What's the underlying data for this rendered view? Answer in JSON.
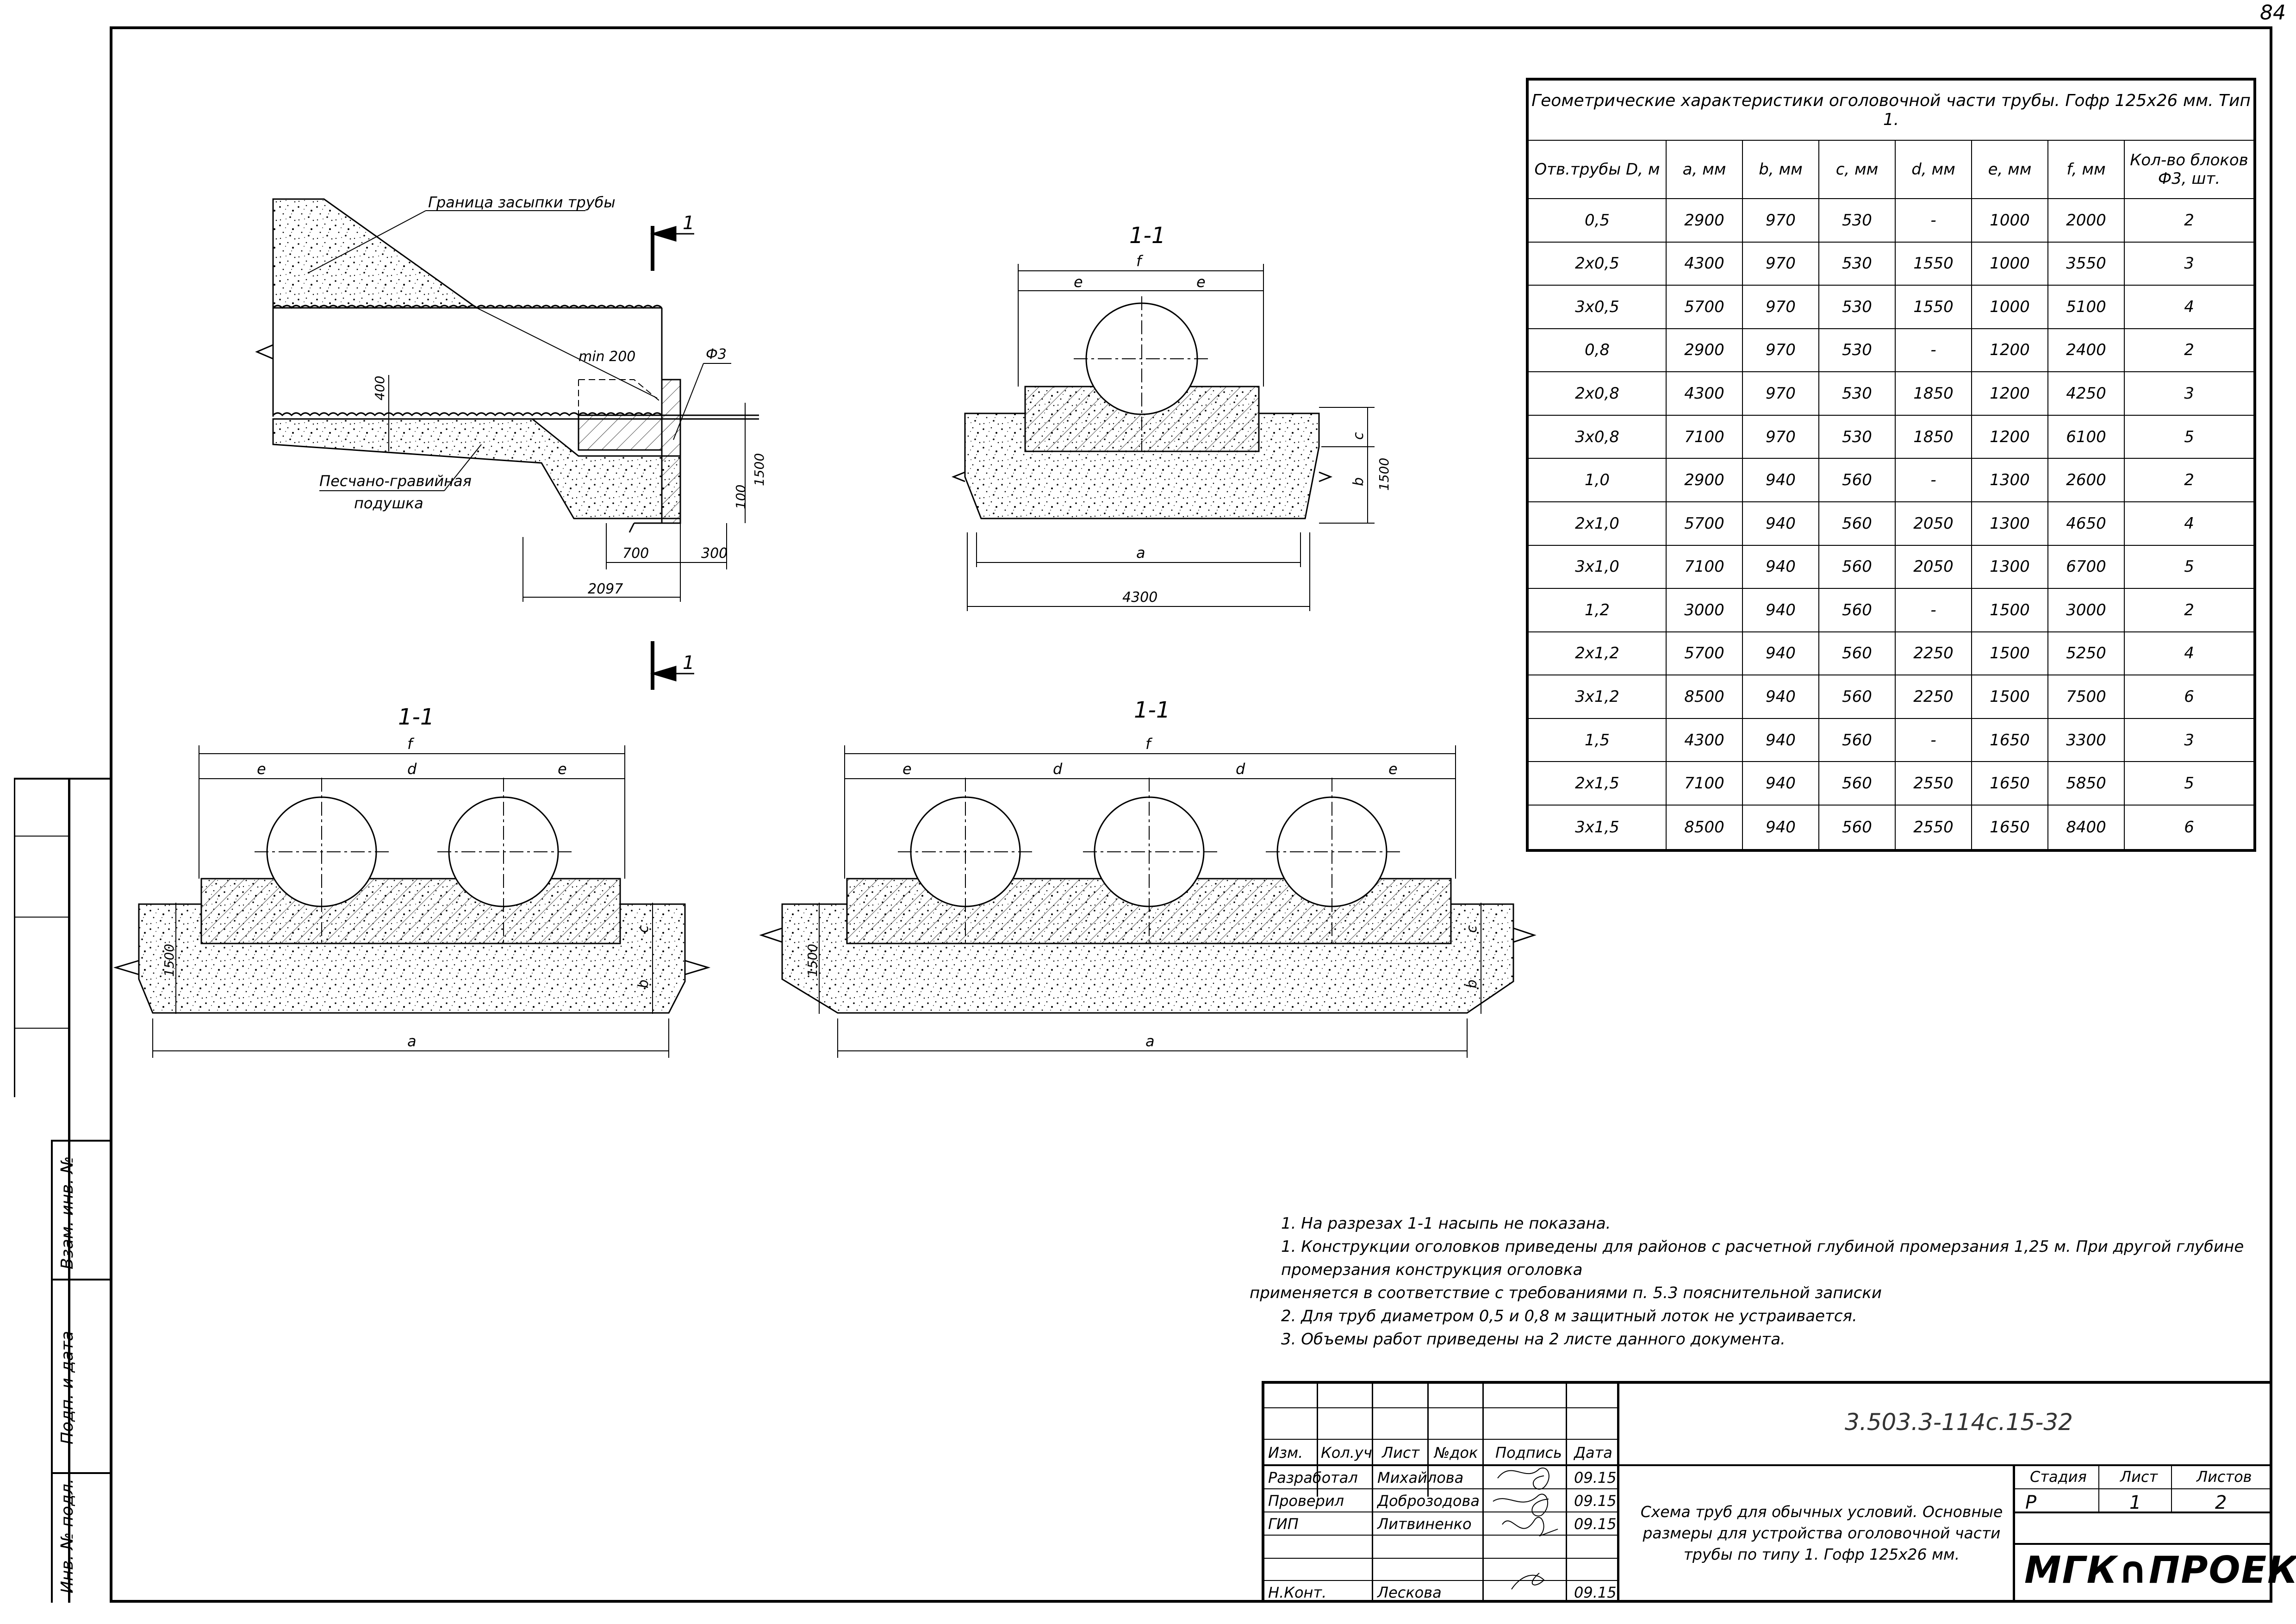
{
  "page_number": "84",
  "table": {
    "title": "Геометрические характеристики оголовочной части трубы. Гофр 125х26 мм. Тип 1.",
    "headers": [
      "Отв.трубы D, м",
      "a, мм",
      "b, мм",
      "c, мм",
      "d, мм",
      "e, мм",
      "f, мм",
      "Кол-во блоков Ф3, шт."
    ],
    "rows": [
      [
        "0,5",
        "2900",
        "970",
        "530",
        "-",
        "1000",
        "2000",
        "2"
      ],
      [
        "2х0,5",
        "4300",
        "970",
        "530",
        "1550",
        "1000",
        "3550",
        "3"
      ],
      [
        "3х0,5",
        "5700",
        "970",
        "530",
        "1550",
        "1000",
        "5100",
        "4"
      ],
      [
        "0,8",
        "2900",
        "970",
        "530",
        "-",
        "1200",
        "2400",
        "2"
      ],
      [
        "2х0,8",
        "4300",
        "970",
        "530",
        "1850",
        "1200",
        "4250",
        "3"
      ],
      [
        "3х0,8",
        "7100",
        "970",
        "530",
        "1850",
        "1200",
        "6100",
        "5"
      ],
      [
        "1,0",
        "2900",
        "940",
        "560",
        "-",
        "1300",
        "2600",
        "2"
      ],
      [
        "2х1,0",
        "5700",
        "940",
        "560",
        "2050",
        "1300",
        "4650",
        "4"
      ],
      [
        "3х1,0",
        "7100",
        "940",
        "560",
        "2050",
        "1300",
        "6700",
        "5"
      ],
      [
        "1,2",
        "3000",
        "940",
        "560",
        "-",
        "1500",
        "3000",
        "2"
      ],
      [
        "2х1,2",
        "5700",
        "940",
        "560",
        "2250",
        "1500",
        "5250",
        "4"
      ],
      [
        "3х1,2",
        "8500",
        "940",
        "560",
        "2250",
        "1500",
        "7500",
        "6"
      ],
      [
        "1,5",
        "4300",
        "940",
        "560",
        "-",
        "1650",
        "3300",
        "3"
      ],
      [
        "2х1,5",
        "7100",
        "940",
        "560",
        "2550",
        "1650",
        "5850",
        "5"
      ],
      [
        "3х1,5",
        "8500",
        "940",
        "560",
        "2550",
        "1650",
        "8400",
        "6"
      ]
    ]
  },
  "drawing_labels": {
    "fill_boundary": "Граница засыпки трубы",
    "cushion_line1": "Песчано-гравийная",
    "cushion_line2": "подушка",
    "min200": "min 200",
    "f3": "Ф3",
    "d400": "400",
    "d1500": "1500",
    "d100": "100",
    "d700": "700",
    "d300": "300",
    "d2097": "2097",
    "section_mark": "1",
    "section_title": "1-1",
    "f": "f",
    "e": "e",
    "d": "d",
    "a": "a",
    "b": "b",
    "c": "c",
    "d4300": "4300"
  },
  "notes": [
    "1. На разрезах 1-1 насыпь не показана.",
    "1. Конструкции оголовков приведены для районов с расчетной глубиной промерзания 1,25 м. При другой глубине промерзания конструкция оголовка",
    "применяется в соответствие с требованиями п. 5.3 пояснительной записки",
    "2. Для труб диаметром 0,5 и 0,8 м защитный лоток не устраивается.",
    "3. Объемы работ приведены на  2 листе данного документа."
  ],
  "title_block": {
    "code": "3.503.3-114с.15-32",
    "headers": [
      "Изм.",
      "Кол.уч",
      "Лист",
      "№док",
      "Подпись",
      "Дата"
    ],
    "people": [
      {
        "role": "Разработал",
        "name": "Михайлова",
        "date": "09.15"
      },
      {
        "role": "Проверил",
        "name": "Доброзодова",
        "date": "09.15"
      },
      {
        "role": "ГИП",
        "name": "Литвиненко",
        "date": "09.15"
      },
      {
        "role": "Н.Конт.",
        "name": "Лескова",
        "date": "09.15"
      }
    ],
    "description": "Схема труб для обычных условий. Основные размеры для устройства оголовочной части трубы по типу 1. Гофр 125х26 мм.",
    "stage_label": "Стадия",
    "sheet_label": "Лист",
    "sheets_label": "Листов",
    "stage": "Р",
    "sheet": "1",
    "sheets": "2",
    "logo": "МГК∩ПРОЕКТ"
  },
  "stamp": {
    "inv_replace": "Взам. инв. №",
    "sign_date": "Подп. и дата",
    "inv_orig": "Инв. № подл."
  }
}
